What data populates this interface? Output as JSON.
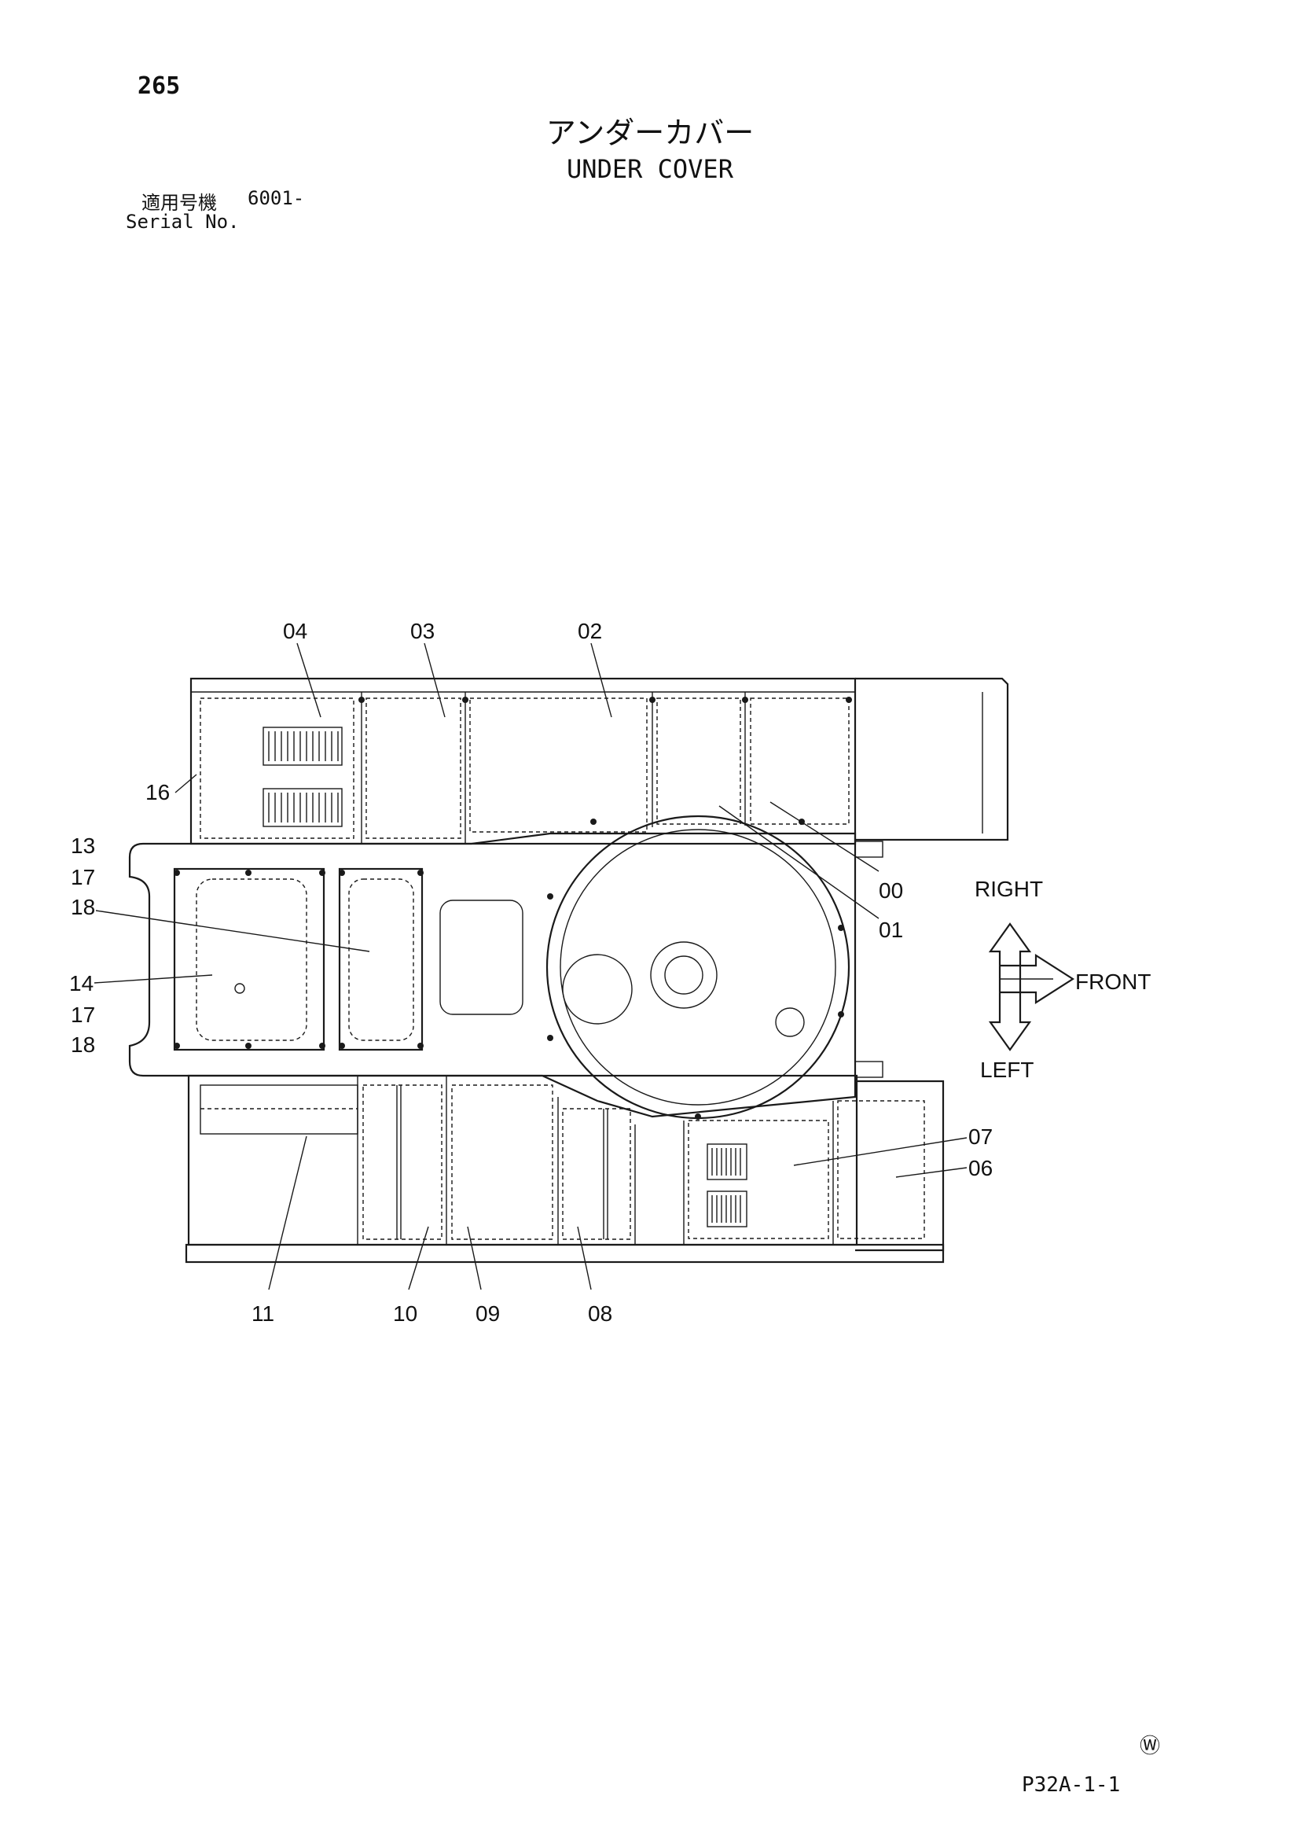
{
  "page_number": "265",
  "title_jp": "アンダーカバー",
  "title_en": "UNDER COVER",
  "serial": {
    "label_jp": "適用号機",
    "value": "6001-",
    "label_en": "Serial No."
  },
  "callouts": {
    "c00": "00",
    "c01": "01",
    "c02": "02",
    "c03": "03",
    "c04": "04",
    "c06": "06",
    "c07": "07",
    "c08": "08",
    "c09": "09",
    "c10": "10",
    "c11": "11",
    "c13": "13",
    "c14": "14",
    "c16": "16",
    "c17a": "17",
    "c17b": "17",
    "c18a": "18",
    "c18b": "18"
  },
  "directions": {
    "right": "RIGHT",
    "left": "LEFT",
    "front": "FRONT"
  },
  "watermark_symbol": "Ⓦ",
  "page_code": "P32A-1-1"
}
